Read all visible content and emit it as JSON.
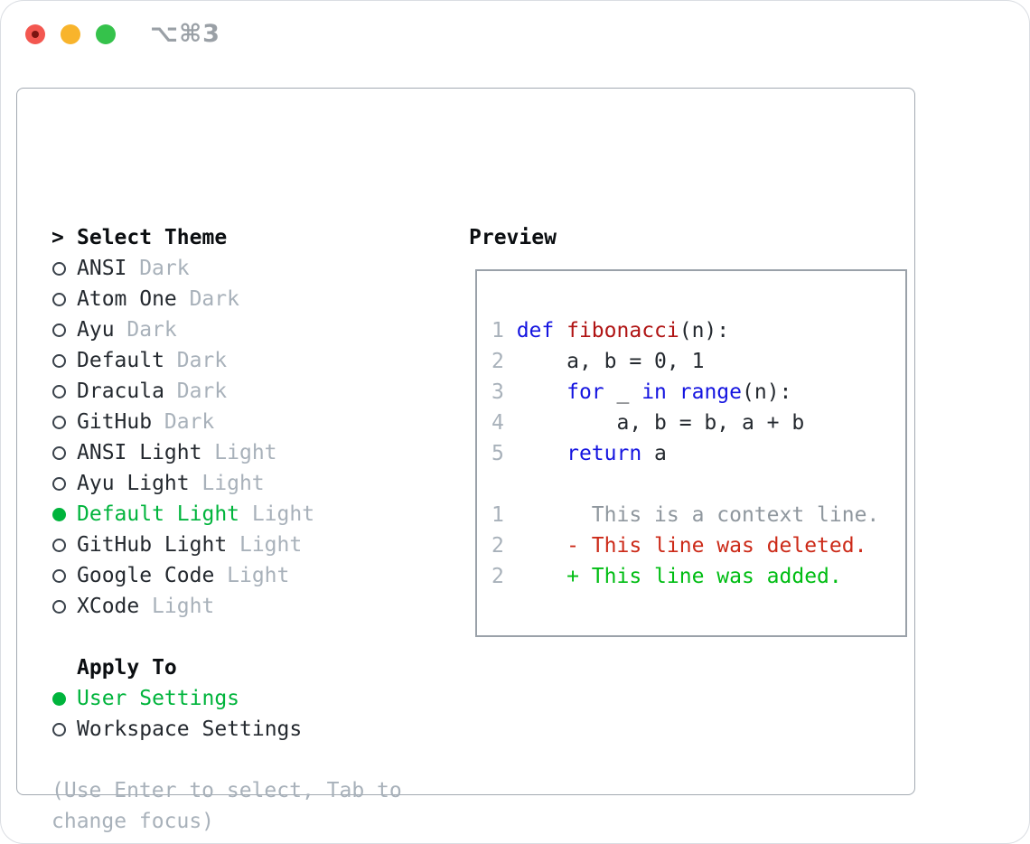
{
  "colors": {
    "accent-green": "#00b43c",
    "diff-add-green": "#00bd13",
    "diff-del-red": "#cc2a18",
    "keyword-blue": "#1414e0",
    "function-red": "#b01414",
    "muted-gray": "#a8b1ba",
    "context-gray": "#8f979e",
    "text-dark": "#24292f",
    "border-gray": "#a3aab2",
    "traffic-red": "#f35750",
    "traffic-yellow": "#f8b42c",
    "traffic-green": "#35c24b"
  },
  "titlebar": {
    "shortcut": "⌥⌘3"
  },
  "theme_panel": {
    "cursor": ">",
    "header": "Select Theme",
    "items": [
      {
        "name": "ANSI",
        "variant": "Dark",
        "selected": false
      },
      {
        "name": "Atom One",
        "variant": "Dark",
        "selected": false
      },
      {
        "name": "Ayu",
        "variant": "Dark",
        "selected": false
      },
      {
        "name": "Default",
        "variant": "Dark",
        "selected": false
      },
      {
        "name": "Dracula",
        "variant": "Dark",
        "selected": false
      },
      {
        "name": "GitHub",
        "variant": "Dark",
        "selected": false
      },
      {
        "name": "ANSI Light",
        "variant": "Light",
        "selected": false
      },
      {
        "name": "Ayu Light",
        "variant": "Light",
        "selected": false
      },
      {
        "name": "Default Light",
        "variant": "Light",
        "selected": true
      },
      {
        "name": "GitHub Light",
        "variant": "Light",
        "selected": false
      },
      {
        "name": "Google Code",
        "variant": "Light",
        "selected": false
      },
      {
        "name": "XCode",
        "variant": "Light",
        "selected": false
      }
    ]
  },
  "apply_panel": {
    "header": "Apply To",
    "items": [
      {
        "name": "User Settings",
        "selected": true
      },
      {
        "name": "Workspace Settings",
        "selected": false
      }
    ]
  },
  "help_text": "(Use Enter to select, Tab to change focus)",
  "preview": {
    "header": "Preview",
    "lines": [
      [
        {
          "t": "1 ",
          "c": "num"
        },
        {
          "t": "def",
          "c": "kw"
        },
        {
          "t": " ",
          "c": "plain"
        },
        {
          "t": "fibonacci",
          "c": "fn"
        },
        {
          "t": "(n):",
          "c": "plain"
        }
      ],
      [
        {
          "t": "2 ",
          "c": "num"
        },
        {
          "t": "    a, b = 0, 1",
          "c": "plain"
        }
      ],
      [
        {
          "t": "3 ",
          "c": "num"
        },
        {
          "t": "    ",
          "c": "plain"
        },
        {
          "t": "for",
          "c": "kw"
        },
        {
          "t": " _ ",
          "c": "plain"
        },
        {
          "t": "in",
          "c": "kw"
        },
        {
          "t": " ",
          "c": "plain"
        },
        {
          "t": "range",
          "c": "kw"
        },
        {
          "t": "(n):",
          "c": "plain"
        }
      ],
      [
        {
          "t": "4 ",
          "c": "num"
        },
        {
          "t": "        a, b = b, a + b",
          "c": "plain"
        }
      ],
      [
        {
          "t": "5 ",
          "c": "num"
        },
        {
          "t": "    ",
          "c": "plain"
        },
        {
          "t": "return",
          "c": "kw"
        },
        {
          "t": " a",
          "c": "plain"
        }
      ],
      [],
      [
        {
          "t": "1",
          "c": "num"
        },
        {
          "t": "       ",
          "c": "plain"
        },
        {
          "t": "This is a context line.",
          "c": "ctx"
        }
      ],
      [
        {
          "t": "2",
          "c": "num"
        },
        {
          "t": "     ",
          "c": "plain"
        },
        {
          "t": "- This line was deleted.",
          "c": "del"
        }
      ],
      [
        {
          "t": "2",
          "c": "num"
        },
        {
          "t": "     ",
          "c": "plain"
        },
        {
          "t": "+ This line was added.",
          "c": "add"
        }
      ]
    ]
  }
}
